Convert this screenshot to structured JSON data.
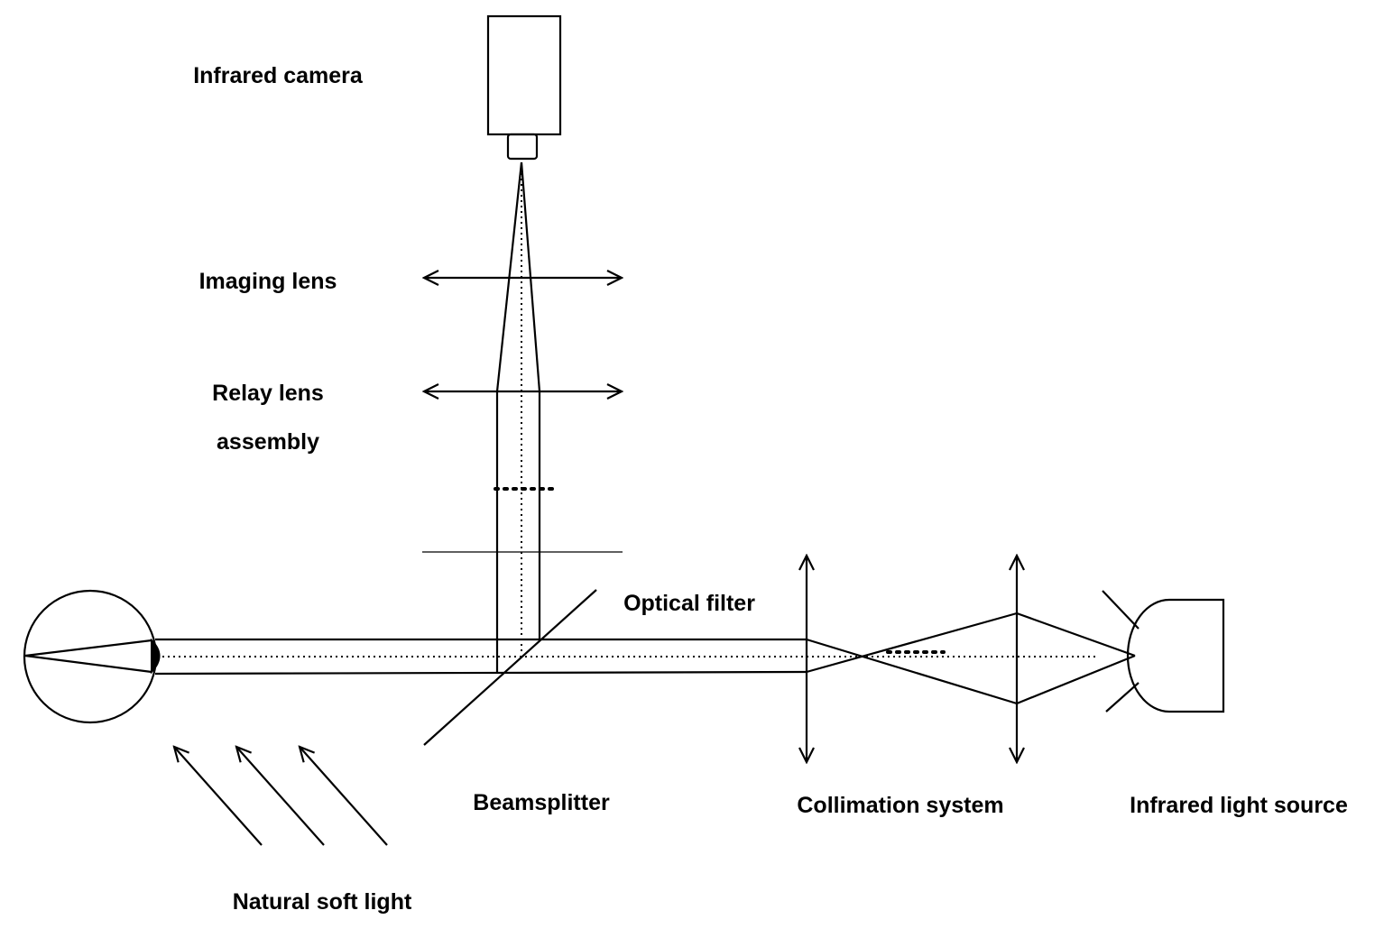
{
  "labels": {
    "infrared_camera": "Infrared camera",
    "imaging_lens": "Imaging lens",
    "relay_lens_line1": "Relay lens",
    "relay_lens_line2": "assembly",
    "optical_filter": "Optical filter",
    "beamsplitter": "Beamsplitter",
    "collimation_system": "Collimation system",
    "infrared_light_source": "Infrared light source",
    "natural_soft_light": "Natural soft light"
  },
  "colors": {
    "stroke": "#000000",
    "background": "#ffffff"
  }
}
